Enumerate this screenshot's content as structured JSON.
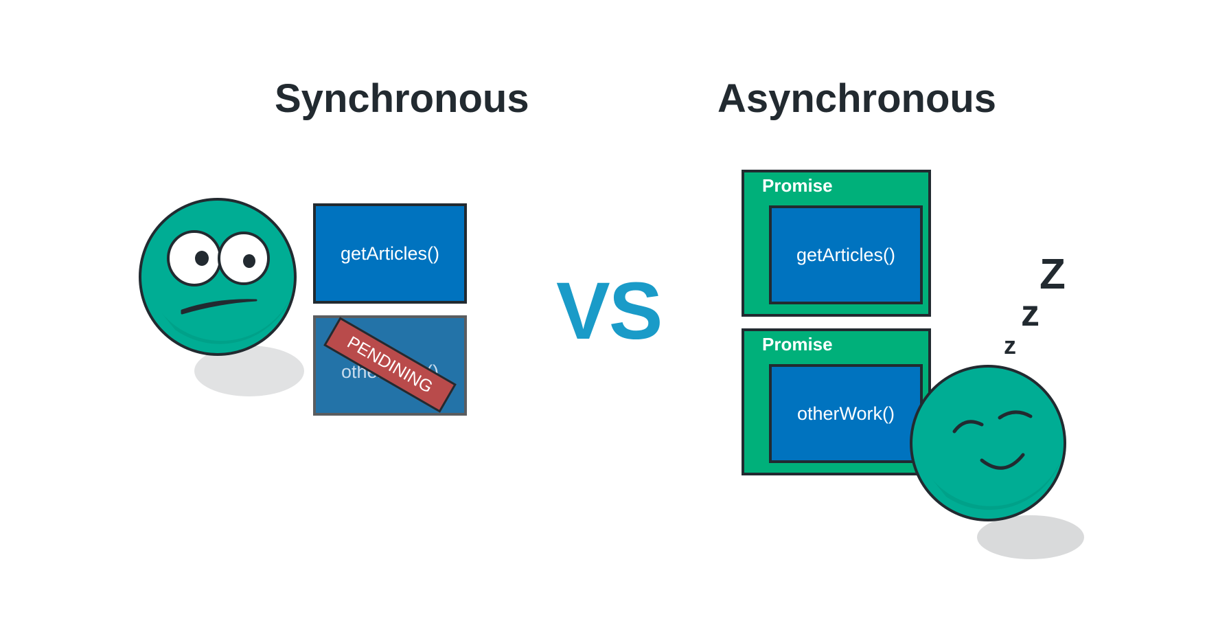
{
  "titles": {
    "sync": "Synchronous",
    "async": "Asynchronous",
    "vs": "VS"
  },
  "sync": {
    "task1": "getArticles()",
    "task2": "otherWork()",
    "pending_label": "PENDINING"
  },
  "async": {
    "promise1": {
      "label": "Promise",
      "task": "getArticles()"
    },
    "promise2": {
      "label": "Promise",
      "task": "otherWork()"
    },
    "sleep": {
      "big": "Z",
      "medium": "z",
      "small": "z"
    }
  },
  "colors": {
    "face": "#00ad94",
    "task_blue": "#0073bf",
    "promise_green": "#00b07a",
    "pending_red": "#b94b4b",
    "vs_blue": "#1a9bc8",
    "outline": "#222a30"
  }
}
